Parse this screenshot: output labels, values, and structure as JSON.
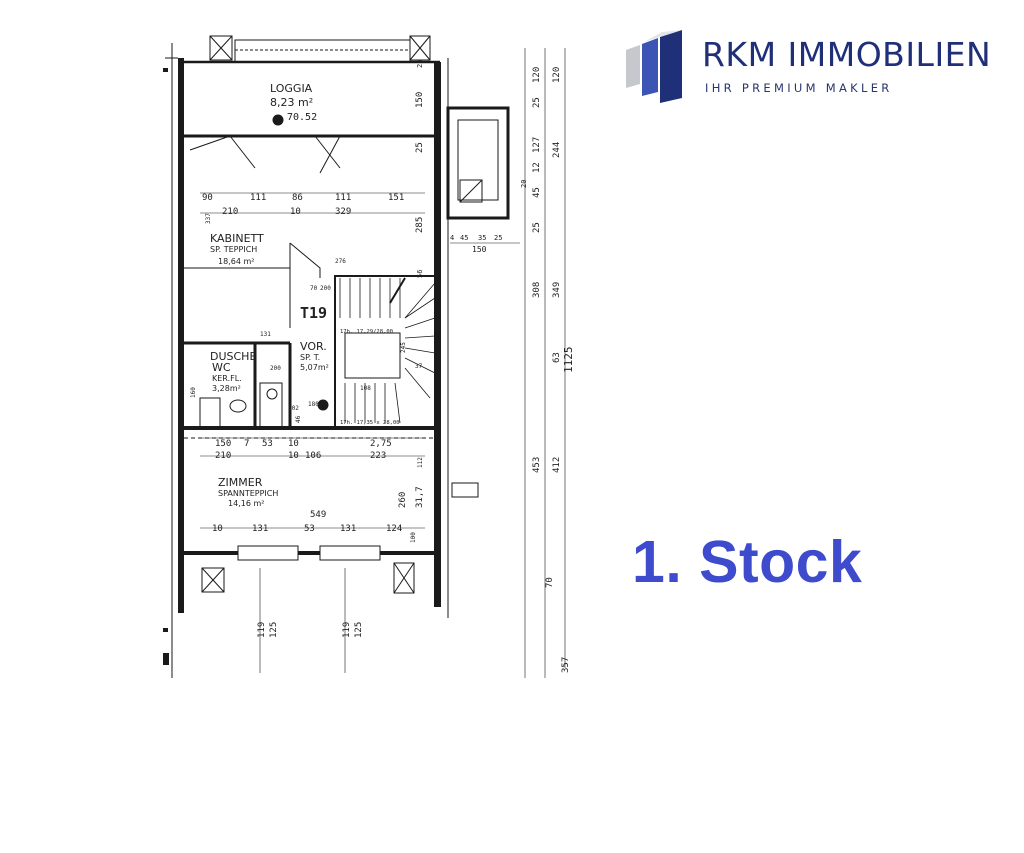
{
  "brand": {
    "name": "RKM IMMOBILIEN",
    "tagline": "IHR PREMIUM MAKLER",
    "colors": {
      "dark": "#1f2f78",
      "mid": "#3c55b4",
      "grey": "#c5c8cc"
    }
  },
  "floor_title": "1. Stock",
  "floor_title_color": "#3d4bcc",
  "plan": {
    "rooms": {
      "loggia": {
        "name": "LOGGIA",
        "area": "8,23 m²",
        "level": "70.52"
      },
      "kabinett": {
        "name": "KABINETT",
        "floor": "SP. TEPPICH",
        "area": "18,64 m²"
      },
      "dusche": {
        "name": "DUSCHE",
        "name2": "WC",
        "floor": "KER.FL.",
        "area": "3,28m²"
      },
      "vor": {
        "name": "VOR.",
        "floor": "SP. T.",
        "area": "5,07m²"
      },
      "zimmer": {
        "name": "ZIMMER",
        "floor": "SPANNTEPPICH",
        "area": "14,16 m²"
      }
    },
    "stair_tag": "T19",
    "stair_notes": {
      "upper": "17h. 17,29/28,00",
      "lower": "17h. 17,35 x 28,00",
      "small": "108",
      "a": "276",
      "b": "200",
      "c": "70",
      "d": "131",
      "e": "200",
      "f": "180",
      "g": "37",
      "h": "102"
    },
    "dims": {
      "row_upper_top": [
        "90",
        "111",
        "86",
        "111",
        "151"
      ],
      "row_upper_bottom": [
        "210",
        "10",
        "329"
      ],
      "row_mid_top": [
        "150",
        "7",
        "53",
        "10",
        "2,75"
      ],
      "row_mid_bottom": [
        "210",
        "10",
        "106",
        "223"
      ],
      "row_bottom": [
        "10",
        "131",
        "53",
        "131",
        "124",
        "549"
      ],
      "right_vertical": [
        "120",
        "120",
        "25",
        "150",
        "127",
        "244",
        "12",
        "45",
        "25",
        "25",
        "285",
        "308",
        "349",
        "63",
        "1125",
        "453",
        "412",
        "260",
        "31,7",
        "70",
        "357"
      ],
      "side_small": [
        "4",
        "45",
        "35",
        "25",
        "150",
        "20",
        "25",
        "56"
      ],
      "bottom_vertical": [
        "119",
        "125",
        "119",
        "125"
      ],
      "misc": [
        "337",
        "112",
        "100",
        "160",
        "46",
        "245"
      ]
    }
  }
}
